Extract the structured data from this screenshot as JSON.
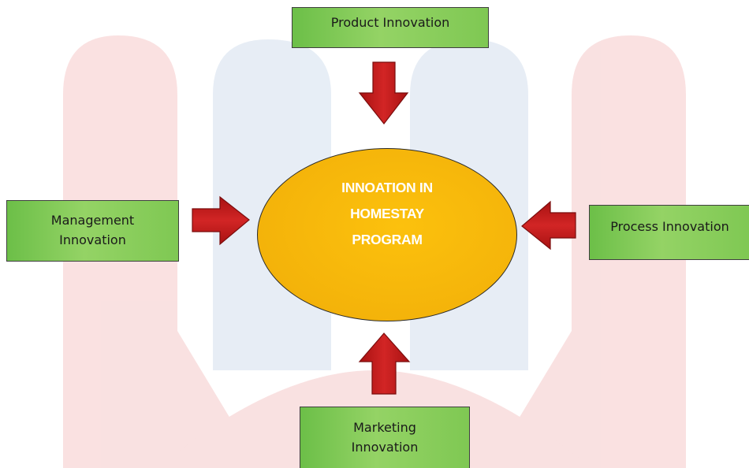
{
  "diagram": {
    "center": {
      "label": "INNOATION IN\nHOMESTAY\nPROGRAM"
    },
    "nodes": {
      "product": "Product Innovation",
      "management": "Management\nInnovation",
      "process": "Process Innovation",
      "marketing": "Marketing\nInnovation"
    }
  },
  "colors": {
    "node_fill": "#8ccf5f",
    "node_border": "#3f3f3f",
    "center_fill": "#f7b70b",
    "center_text": "#ffffff",
    "arrow_fill": "#c21a1a",
    "arrow_border": "#7a0d0d",
    "watermark_red": "#f7dcdc",
    "watermark_blue": "#e3ebf4"
  },
  "icons": {
    "arrow": "block-arrow-icon"
  }
}
